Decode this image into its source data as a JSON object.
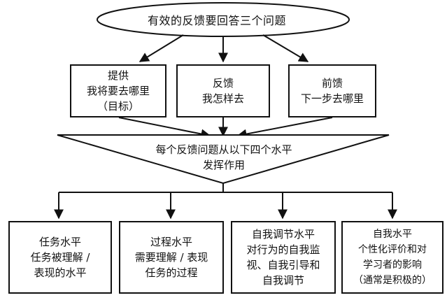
{
  "top": {
    "question": "有效的反馈要回答三个问题"
  },
  "questions": [
    {
      "lines": [
        "提供",
        "我将要去哪里",
        "（目标）"
      ]
    },
    {
      "lines": [
        "反馈",
        "我怎样去"
      ]
    },
    {
      "lines": [
        "前馈",
        "下一步去哪里"
      ]
    }
  ],
  "middle": {
    "lines": [
      "每个反馈问题从以下四个水平",
      "发挥作用"
    ]
  },
  "levels": [
    {
      "lines": [
        "任务水平",
        "任务被理解 /",
        "表现的水平"
      ]
    },
    {
      "lines": [
        "过程水平",
        "需要理解 / 表现",
        "任务的过程"
      ]
    },
    {
      "lines": [
        "自我调节水平",
        "对行为的自我监",
        "视、自我引导和",
        "自我调节"
      ]
    },
    {
      "lines": [
        "自我水平",
        "个性化评价和对",
        "学习者的影响",
        "（通常是积极的）"
      ]
    }
  ]
}
